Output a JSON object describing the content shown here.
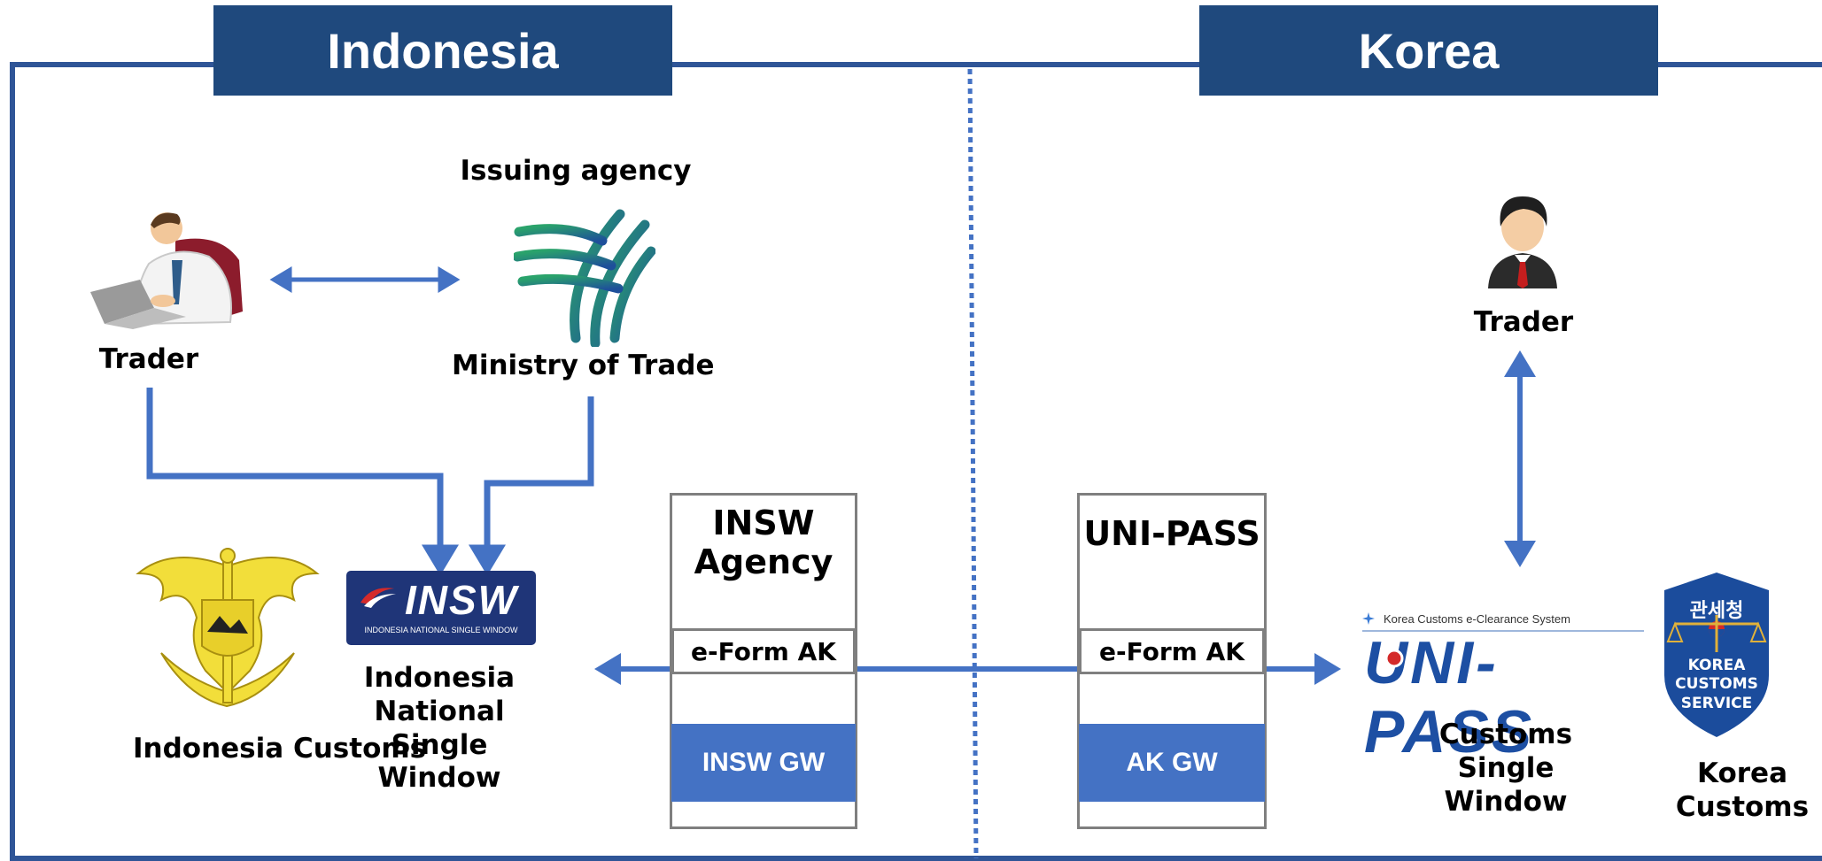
{
  "diagram": {
    "regions": {
      "left_title": "Indonesia",
      "right_title": "Korea"
    },
    "left": {
      "trader_label": "Trader",
      "issuing_agency_label": "Issuing agency",
      "ministry_label": "Ministry of Trade",
      "insw_logo": {
        "wordmark": "INSW",
        "subtitle": "INDONESIA NATIONAL SINGLE WINDOW"
      },
      "insw_label": "Indonesia National Single Window",
      "customs_label": "Indonesia Customs",
      "agency_box": {
        "title": "INSW Agency",
        "form": "e-Form AK",
        "gateway": "INSW GW"
      }
    },
    "right": {
      "trader_label": "Trader",
      "unipass_box": {
        "title": "UNI-PASS",
        "form": "e-Form AK",
        "gateway": "AK GW"
      },
      "unipass_logo": {
        "caption": "Korea Customs e-Clearance System",
        "wordmark": "UNI-PASS"
      },
      "single_window_label": "Customs Single Window",
      "kcs_badge": {
        "hangul": "관세청",
        "text": "KOREA CUSTOMS SERVICE"
      },
      "customs_label": "Korea Customs"
    },
    "colors": {
      "header": "#1f497d",
      "border": "#2f5597",
      "arrow": "#4472c4",
      "gateway": "#4472c4",
      "divider": "#4472c4"
    }
  }
}
